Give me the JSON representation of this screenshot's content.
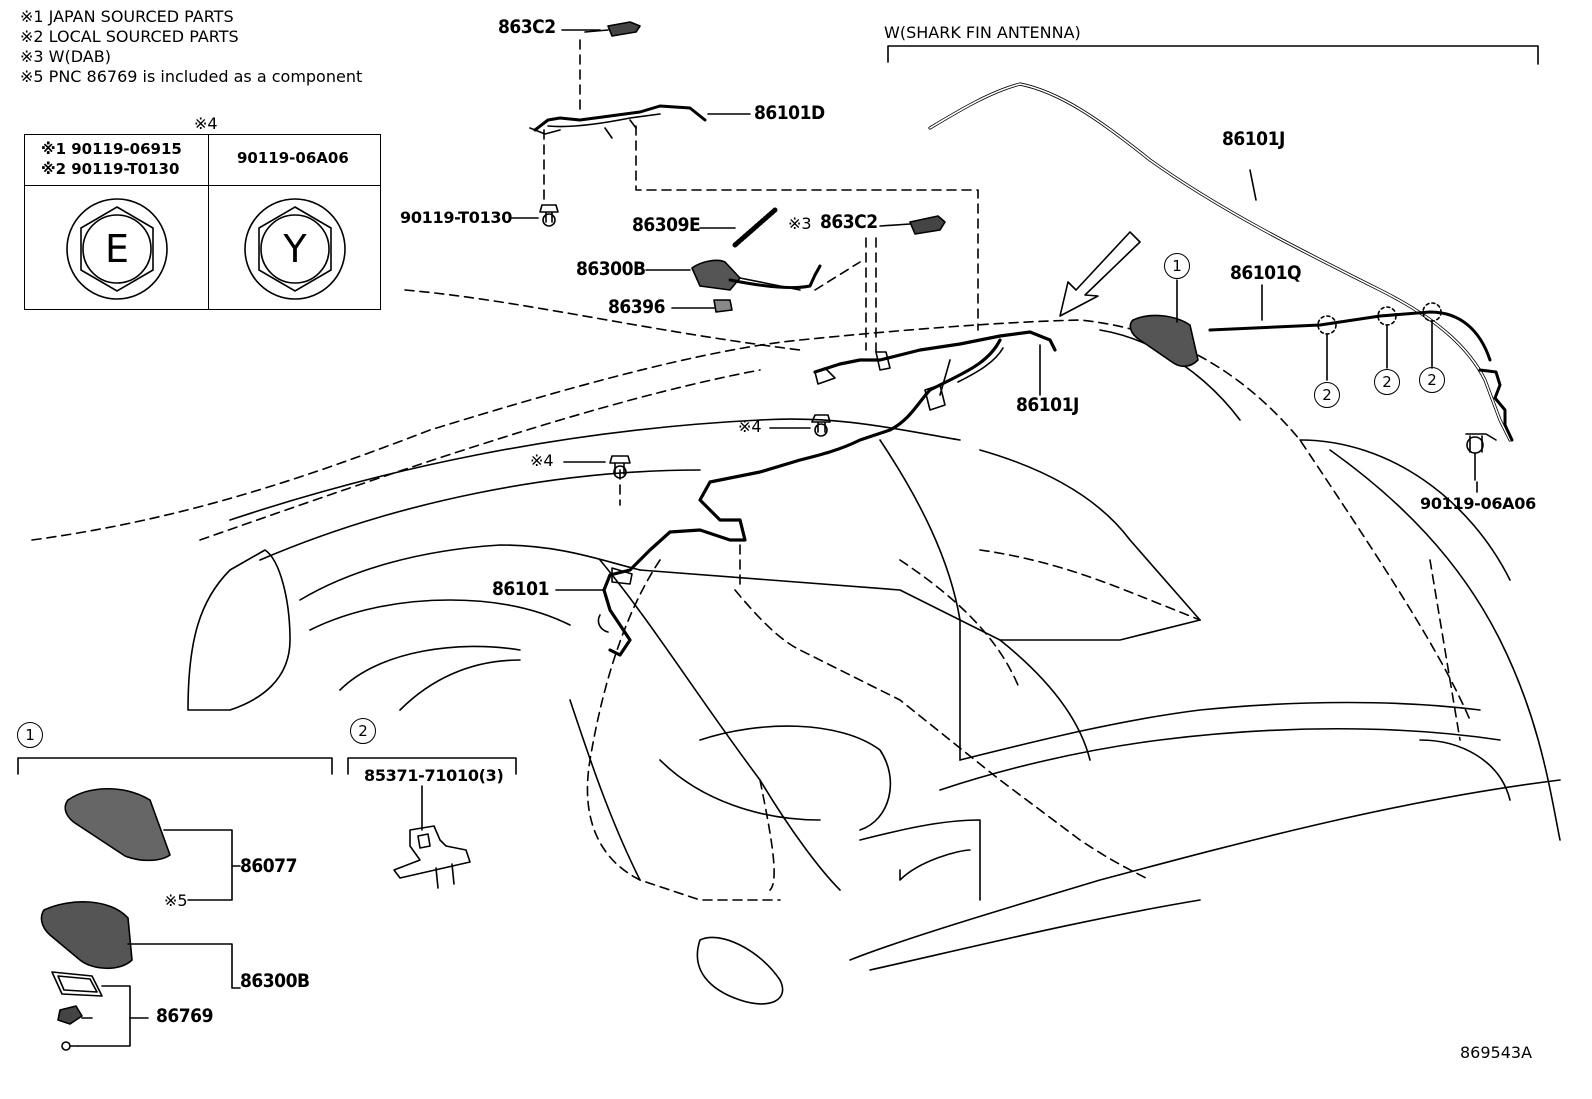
{
  "notes": [
    "※1 JAPAN SOURCED PARTS",
    "※2 LOCAL SOURCED PARTS",
    "※3 W(DAB)",
    "※5 PNC 86769 is included as a component"
  ],
  "bolt_table": {
    "caption": "※4",
    "col1_line1": "※1 90119-06915",
    "col1_line2": "※2 90119-T0130",
    "col2": "90119-06A06",
    "mark_e": "E",
    "mark_y": "Y"
  },
  "section_header": "W(SHARK FIN ANTENNA)",
  "labels": {
    "p863c2_top": "863C2",
    "p86101d": "86101D",
    "p90119_t0130": "90119-T0130",
    "p86309e": "86309E",
    "dab_mark": "※3",
    "p863c2_mid": "863C2",
    "p86300b_top": "86300B",
    "p86396": "86396",
    "p86101j_top": "86101J",
    "p86101q": "86101Q",
    "p86101j_mid": "86101J",
    "ref4_a": "※4",
    "ref4_b": "※4",
    "p86101": "86101",
    "p90119_06a06": "90119-06A06",
    "circle1_main": "1",
    "circle2_a": "2",
    "circle2_b": "2",
    "circle2_c": "2"
  },
  "inset1": {
    "circle": "1",
    "p86077": "86077",
    "ref5": "※5",
    "p86300b": "86300B",
    "p86769": "86769"
  },
  "inset2": {
    "circle": "2",
    "part": "85371-71010(3)"
  },
  "diagram_id": "869543A"
}
